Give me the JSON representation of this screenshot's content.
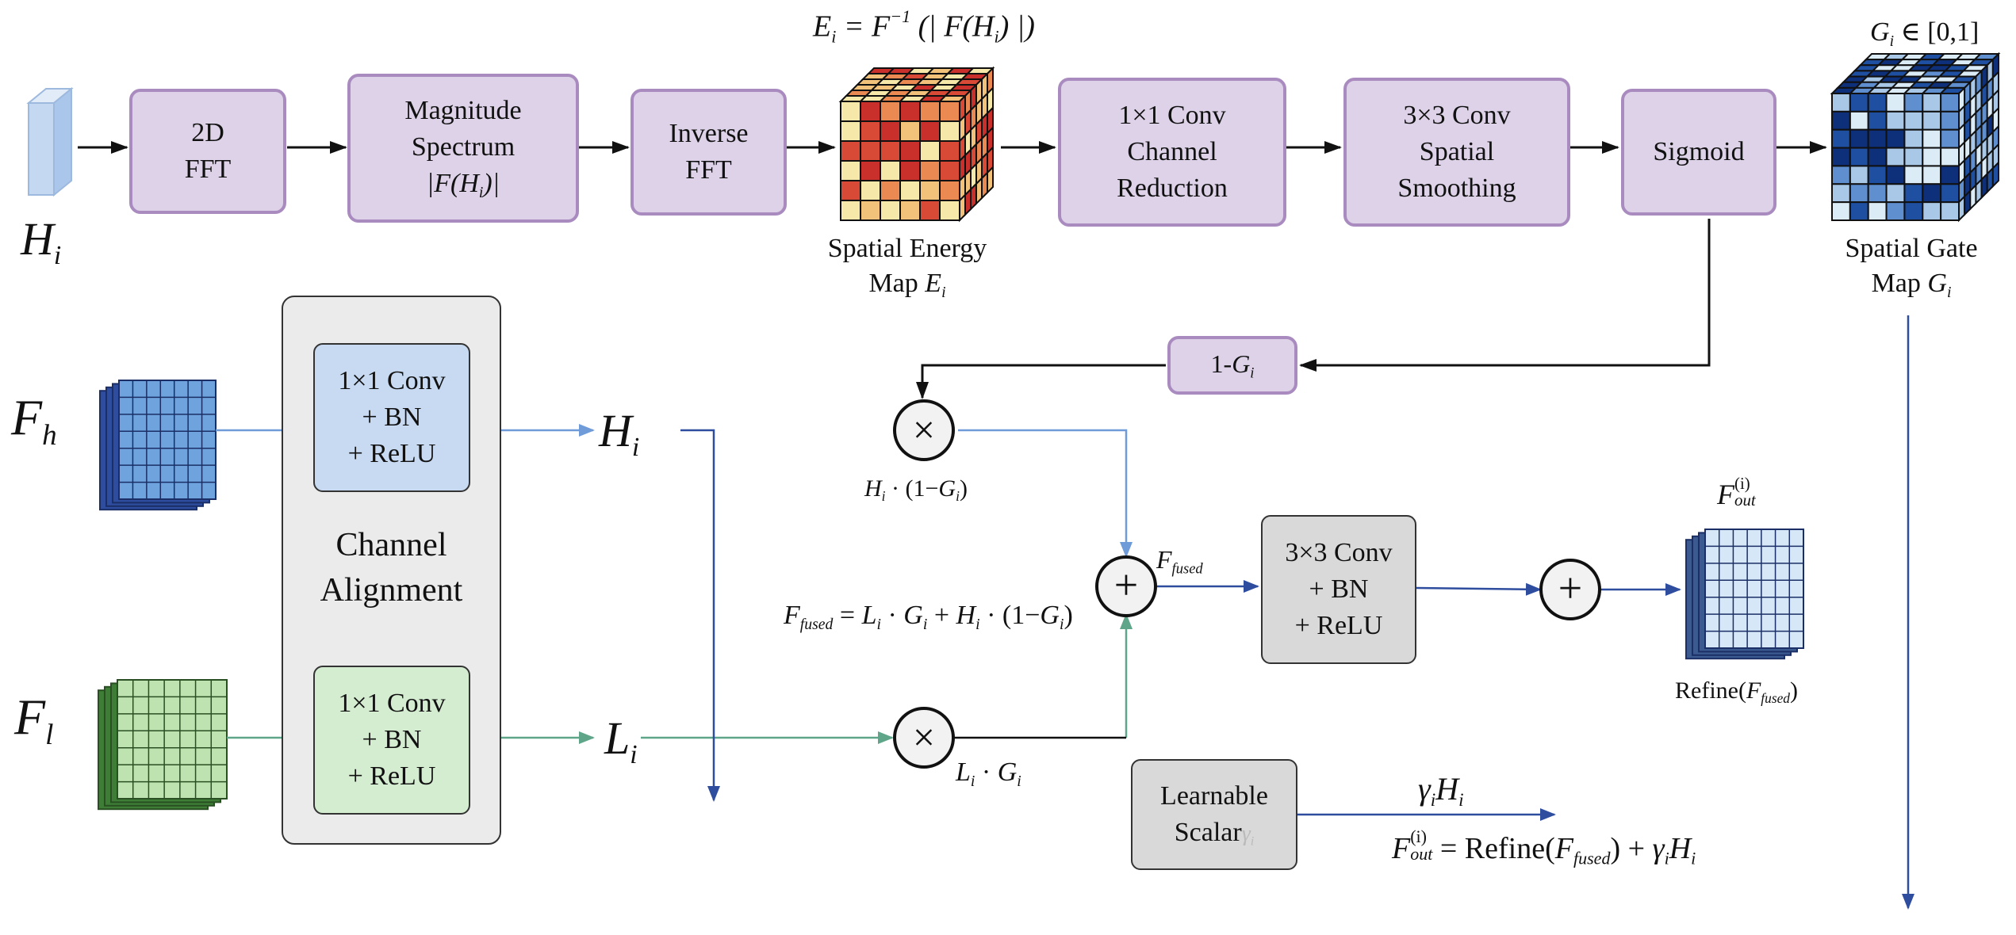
{
  "top_row": {
    "input_symbol": "H",
    "input_sub": "i",
    "boxes": [
      {
        "line1": "2D",
        "line2": "FFT"
      },
      {
        "line1": "Magnitude",
        "line2": "Spectrum",
        "line3": "|F(H_i)|"
      },
      {
        "line1": "Inverse",
        "line2": "FFT"
      },
      {
        "line1": "1×1 Conv",
        "line2": "Channel",
        "line3": "Reduction"
      },
      {
        "line1": "3×3 Conv",
        "line2": "Spatial",
        "line3": "Smoothing"
      },
      {
        "line1": "Sigmoid"
      }
    ],
    "energy_formula": "E_i = F^{-1}(|F(H_i)|)",
    "energy_label_line1": "Spatial Energy",
    "energy_label_line2": "Map E_i",
    "gate_formula": "G_i ∈ [0,1]",
    "gate_label_line1": "Spatial Gate",
    "gate_label_line2": "Map G_i"
  },
  "one_minus_box": "1-G_i",
  "inputs": {
    "fh": "F_h",
    "fl": "F_l"
  },
  "channel_alignment": {
    "title_line1": "Channel",
    "title_line2": "Alignment",
    "blue_box": {
      "line1": "1×1 Conv",
      "line2": "+ BN",
      "line3": "+ ReLU"
    },
    "green_box": {
      "line1": "1×1 Conv",
      "line2": "+ BN",
      "line3": "+ ReLU"
    }
  },
  "aligned": {
    "hi": "H_i",
    "li": "L_i"
  },
  "ops": {
    "mul_top_label": "H_i · (1−G_i)",
    "mul_bottom_label": "L_i · G_i",
    "fused_label": "F_fused",
    "fused_formula": "F_fused = L_i · G_i + H_i · (1−G_i)",
    "times": "×",
    "plus": "+"
  },
  "refine_box": {
    "line1": "3×3 Conv",
    "line2": "+ BN",
    "line3": "+ ReLU"
  },
  "learnable_box": {
    "line1": "Learnable",
    "line2": "Scalar γ_i"
  },
  "gamma_label": "γ_i H_i",
  "output": {
    "label": "F_out^(i)",
    "refine_label": "Refine(F_fused)",
    "final_formula": "F_out^(i) = Refine(F_fused) + γ_i H_i"
  },
  "colors": {
    "purple_fill": "#ddd2e8",
    "purple_border": "#a98bbf",
    "blue_arrow": "#6f9bd8",
    "green_arrow": "#5fa58a",
    "navy_arrow": "#2f4d9e",
    "black_arrow": "#111111",
    "energy_palette": [
      "#f6e8a8",
      "#f3c27a",
      "#ea8a52",
      "#d84a36",
      "#c9302c"
    ],
    "gate_palette": [
      "#0e2f7a",
      "#1f4fa0",
      "#5f8fcf",
      "#a9c8e8",
      "#dcecf6"
    ]
  }
}
